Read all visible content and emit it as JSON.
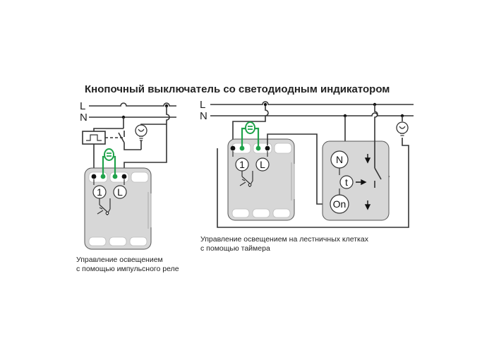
{
  "title": "Кнопочный выключатель со светодиодным индикатором",
  "rails": {
    "left_l": "L",
    "left_n": "N",
    "right_l": "L",
    "right_n": "N"
  },
  "left_device": {
    "button": "1",
    "terminal": "L"
  },
  "middle_device": {
    "button": "1",
    "terminal": "L"
  },
  "timer": {
    "n": "N",
    "t": "t",
    "on": "On"
  },
  "captions": {
    "left_line1": "Управление освещением",
    "left_line2": "с помощью импульсного реле",
    "right_line1": "Управление освещением на лестничных клетках",
    "right_line2": "с помощью таймера"
  },
  "icons": [
    "lamp-icon",
    "relay-coil-icon",
    "switch-contact-icon",
    "led-indicator-icon",
    "arrow-down-icon",
    "arrow-right-icon"
  ],
  "colors": {
    "wire": "#333333",
    "led": "#1fa24a",
    "device": "#d7d7d7"
  }
}
